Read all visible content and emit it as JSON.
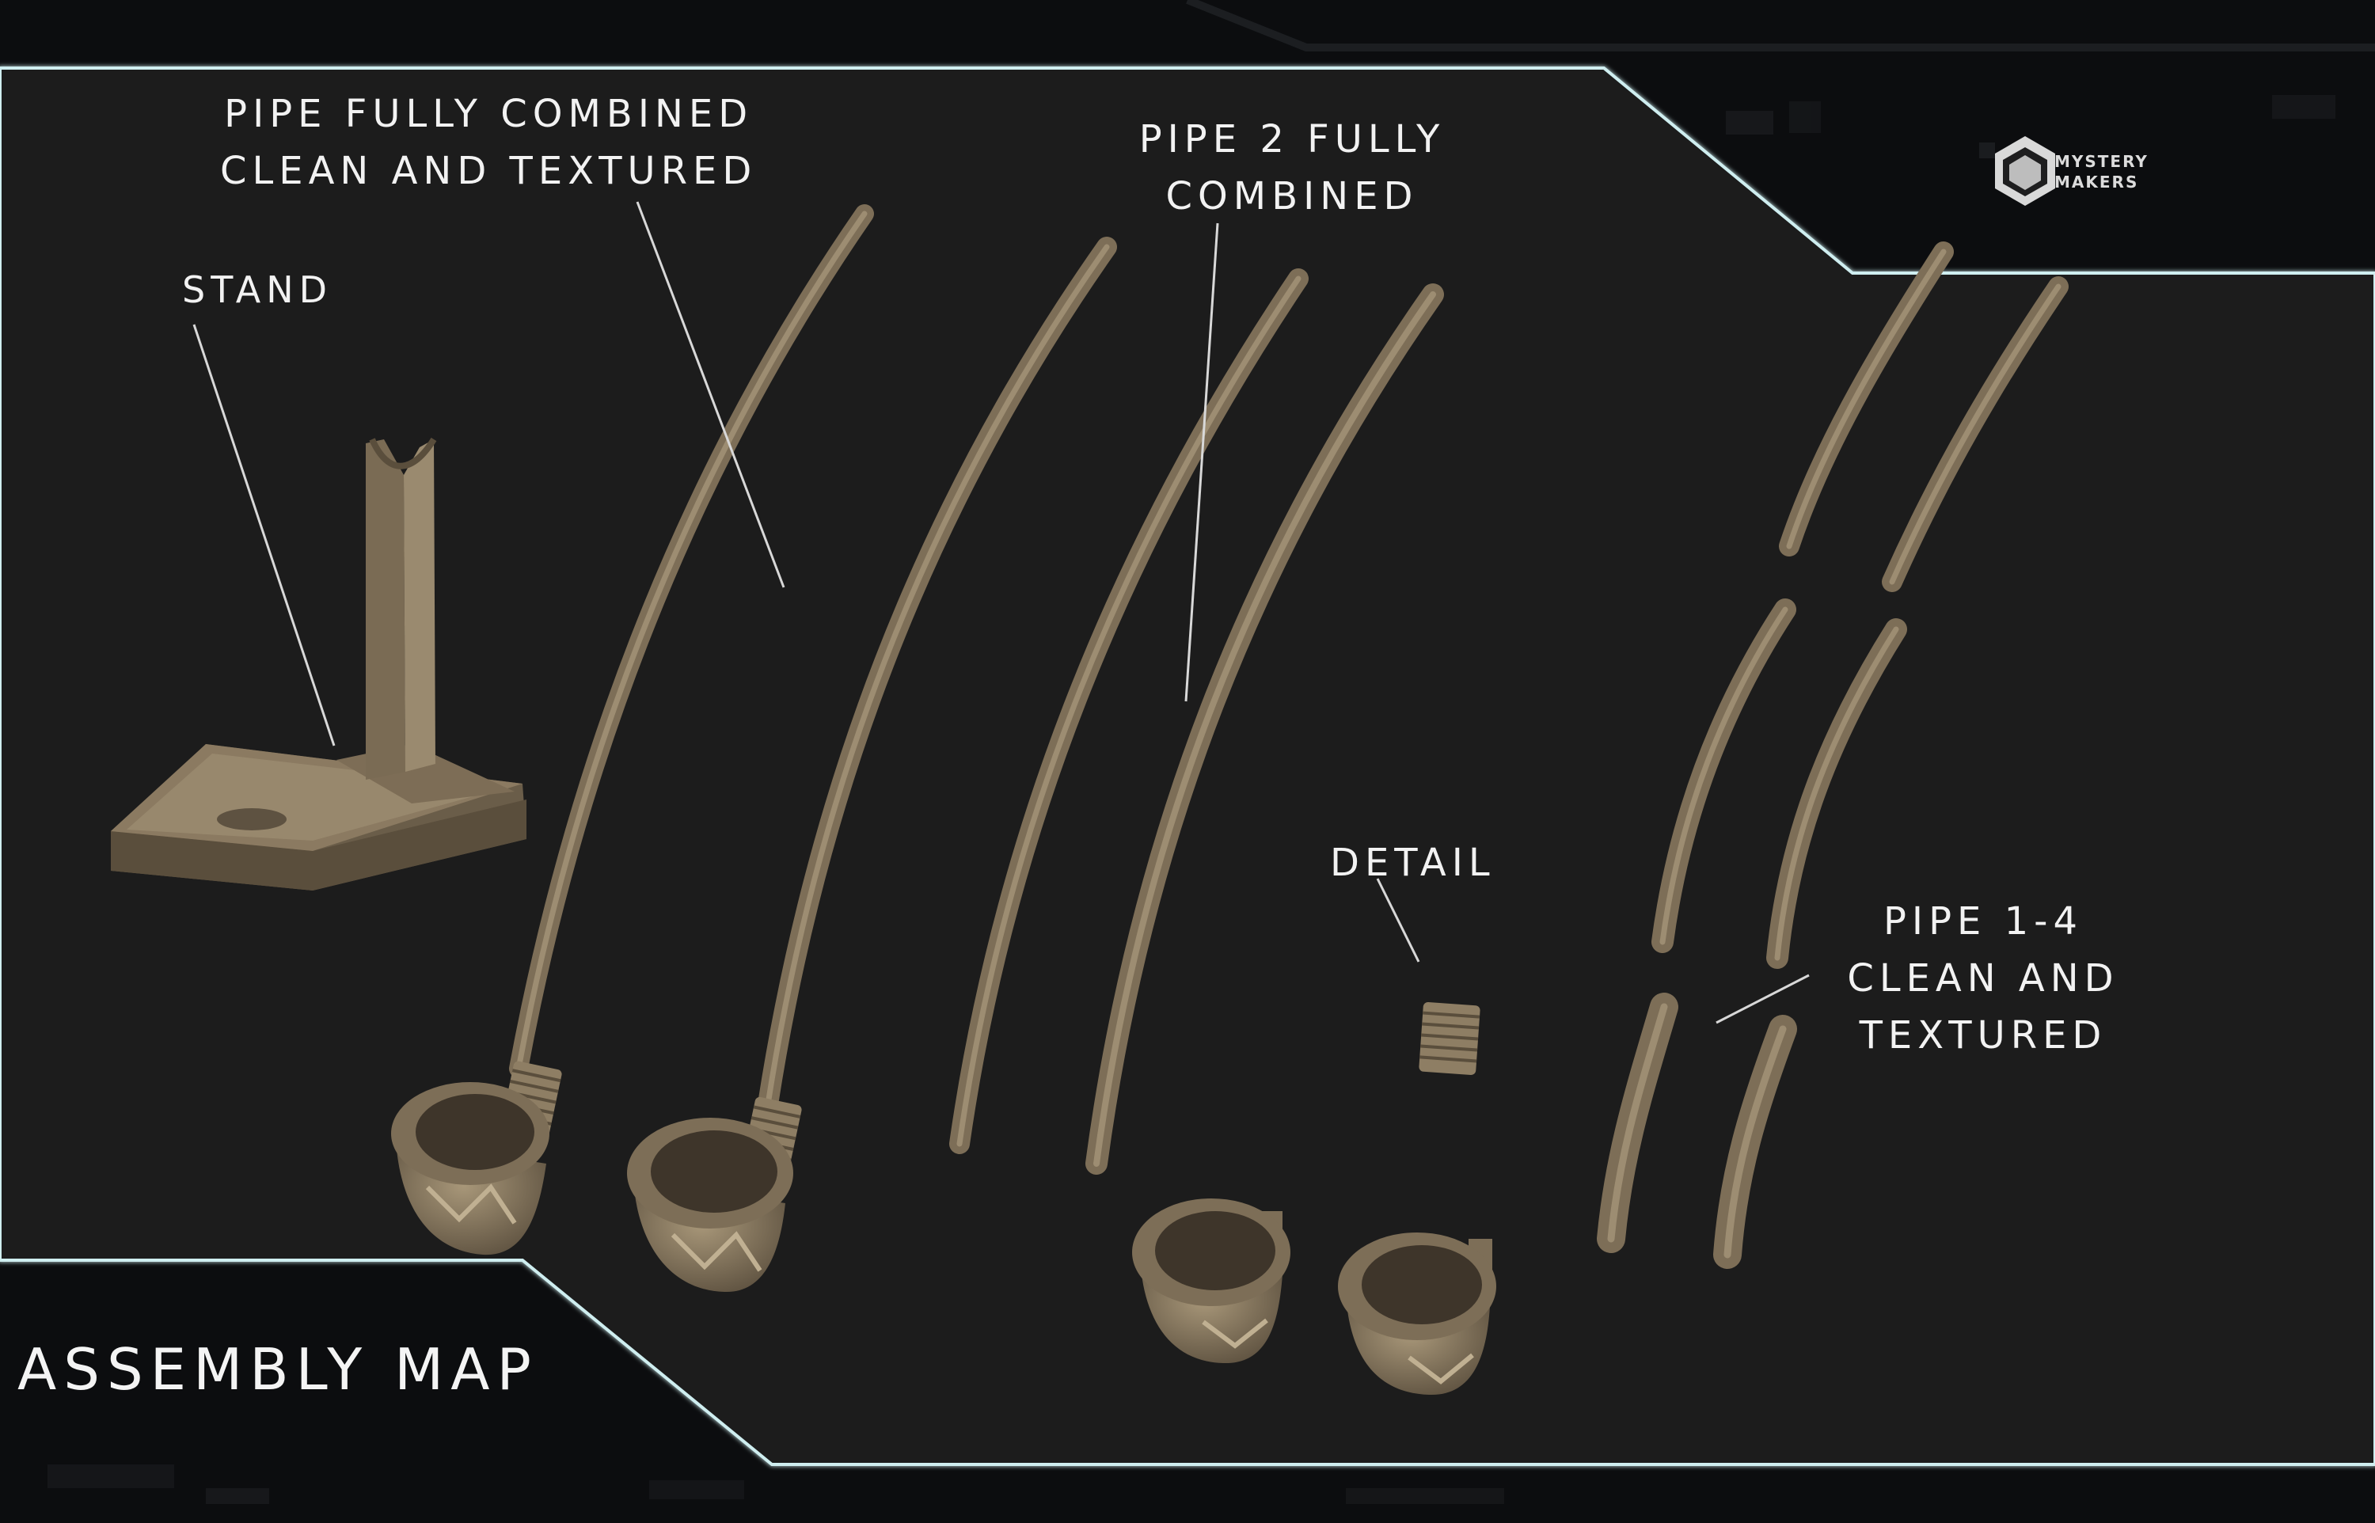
{
  "title": "ASSEMBLY MAP",
  "brand": {
    "line1": "MYSTERY",
    "line2": "MAKERS"
  },
  "labels": {
    "pipe_full": {
      "line1": "PIPE FULLY COMBINED",
      "line2": "CLEAN AND TEXTURED"
    },
    "stand": "STAND",
    "pipe2": {
      "line1": "PIPE 2 FULLY",
      "line2": "COMBINED"
    },
    "detail": "DETAIL",
    "pipe14": {
      "line1": "PIPE 1-4",
      "line2": "CLEAN AND",
      "line3": "TEXTURED"
    }
  },
  "colors": {
    "background": "#1e1e1f",
    "border": "#cfeef0",
    "part_fill": "#8a7a63",
    "part_shade": "#5e5140",
    "part_highlight": "#b6a487",
    "label": "#f2f2f2"
  }
}
